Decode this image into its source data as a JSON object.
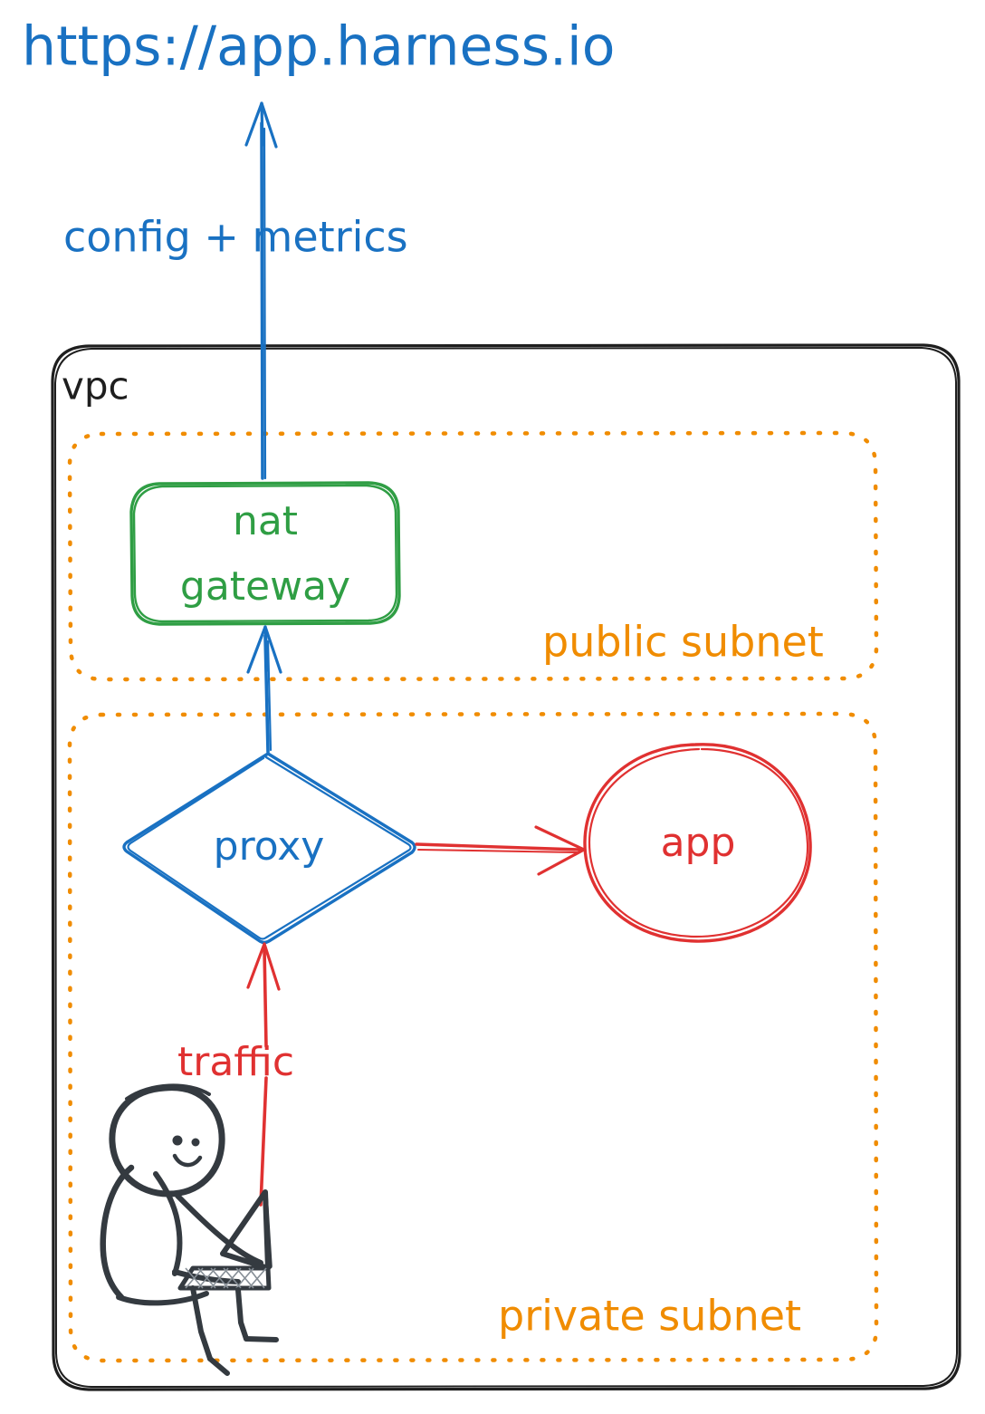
{
  "diagram": {
    "title_text": "https://app.harness.io",
    "edge_labels": {
      "config_metrics": "config + metrics",
      "traffic": "traffic"
    },
    "containers": [
      {
        "id": "vpc",
        "label": "vpc",
        "style": "solid-rounded",
        "color": "#1e1e1e"
      },
      {
        "id": "public-subnet",
        "label": "public subnet",
        "style": "dotted-rounded",
        "color": "#f08c00"
      },
      {
        "id": "private-subnet",
        "label": "private subnet",
        "style": "dotted-rounded",
        "color": "#f08c00"
      }
    ],
    "nodes": [
      {
        "id": "nat-gateway",
        "label_line1": "nat",
        "label_line2": "gateway",
        "shape": "rounded-rect",
        "color": "#2f9e44",
        "parent": "public-subnet"
      },
      {
        "id": "proxy",
        "label": "proxy",
        "shape": "diamond",
        "color": "#1971c2",
        "parent": "private-subnet"
      },
      {
        "id": "app",
        "label": "app",
        "shape": "ellipse",
        "color": "#e03131",
        "parent": "private-subnet"
      },
      {
        "id": "user",
        "label": "",
        "shape": "person-with-laptop",
        "color": "#343a40",
        "parent": "private-subnet"
      }
    ],
    "edges": [
      {
        "from": "nat-gateway",
        "to": "https://app.harness.io",
        "label": "config + metrics",
        "color": "#1971c2",
        "direction": "up"
      },
      {
        "from": "proxy",
        "to": "nat-gateway",
        "label": "",
        "color": "#1971c2",
        "direction": "up"
      },
      {
        "from": "proxy",
        "to": "app",
        "label": "",
        "color": "#e03131",
        "direction": "right"
      },
      {
        "from": "user",
        "to": "proxy",
        "label": "traffic",
        "color": "#e03131",
        "direction": "up"
      }
    ],
    "colors": {
      "blue": "#1971c2",
      "orange": "#f08c00",
      "green": "#2f9e44",
      "red": "#e03131",
      "black": "#1e1e1e",
      "figure": "#343a40",
      "background": "#ffffff"
    }
  }
}
